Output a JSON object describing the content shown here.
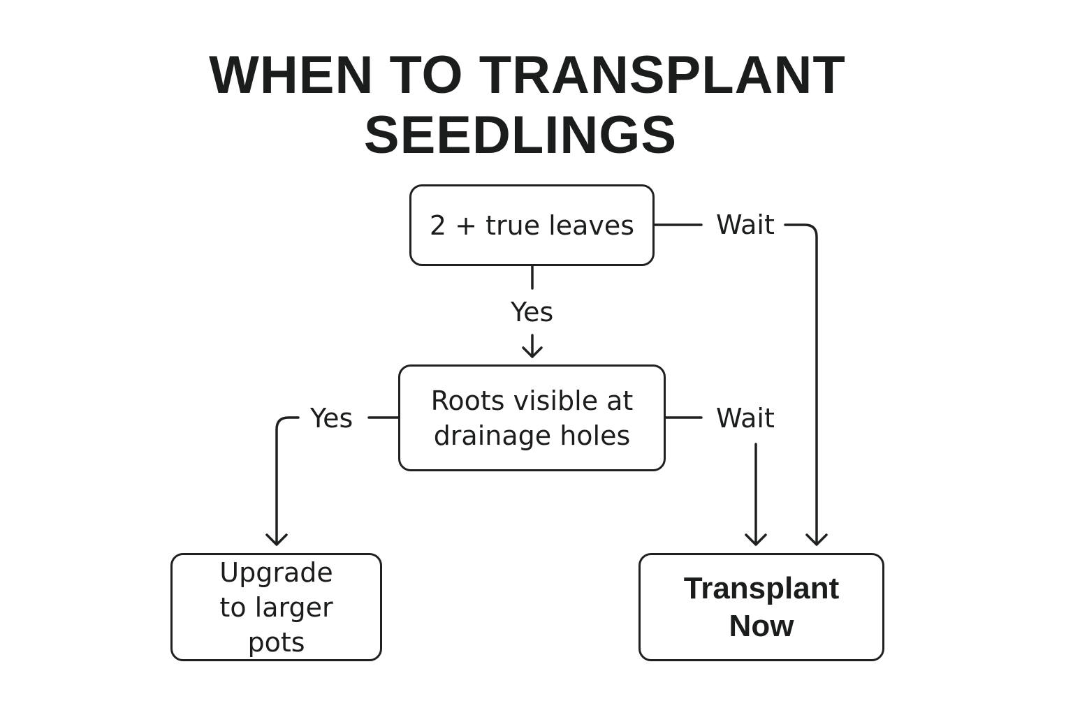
{
  "title": {
    "line1": "WHEN TO TRANSPLANT",
    "line2": "SEEDLINGS"
  },
  "nodes": {
    "true_leaves": "2 + true leaves",
    "roots_visible": "Roots visible at drainage holes",
    "upgrade_pots": "Upgrade to larger pots",
    "transplant_now": "Transplant Now"
  },
  "edges": {
    "leaves_yes": "Yes",
    "leaves_wait": "Wait",
    "roots_yes": "Yes",
    "roots_wait": "Wait"
  }
}
